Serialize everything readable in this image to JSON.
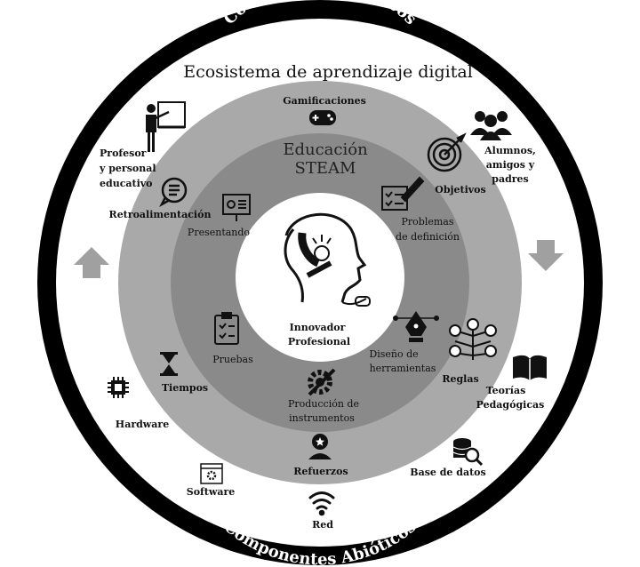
{
  "outer_ring": {
    "top_label": "Componentes Bióticos",
    "bottom_label": "Componentes Abióticos"
  },
  "title": "Ecosistema de aprendizaje digital",
  "steam": {
    "line1": "Educación",
    "line2": "STEAM"
  },
  "center": {
    "line1": "Innovador",
    "line2": "Profesional"
  },
  "nodes": {
    "gamificaciones": "Gamificaciones",
    "profesor": [
      "Profesor",
      "y personal",
      "educativo"
    ],
    "alumnos": [
      "Alumnos,",
      "amigos y",
      "padres"
    ],
    "objetivos": "Objetivos",
    "problemas": [
      "Problemas",
      "de definición"
    ],
    "retroalimentacion": "Retroalimentación",
    "presentando": "Presentando",
    "pruebas": "Pruebas",
    "diseno": [
      "Diseño de",
      "herramientas"
    ],
    "reglas": "Reglas",
    "teorias": [
      "Teorías",
      "Pedagógicas"
    ],
    "tiempos": "Tiempos",
    "hardware": "Hardware",
    "produccion": [
      "Producción de",
      "instrumentos"
    ],
    "refuerzos": "Refuerzos",
    "base_datos": "Base de datos",
    "software": "Software",
    "red": "Red"
  },
  "colors": {
    "outer_ring": "#000000",
    "white_ring": "#ffffff",
    "light_ring": "#a9a9a9",
    "mid_ring": "#8a8a8a",
    "center": "#ffffff",
    "arrows": "#a0a0a0"
  }
}
